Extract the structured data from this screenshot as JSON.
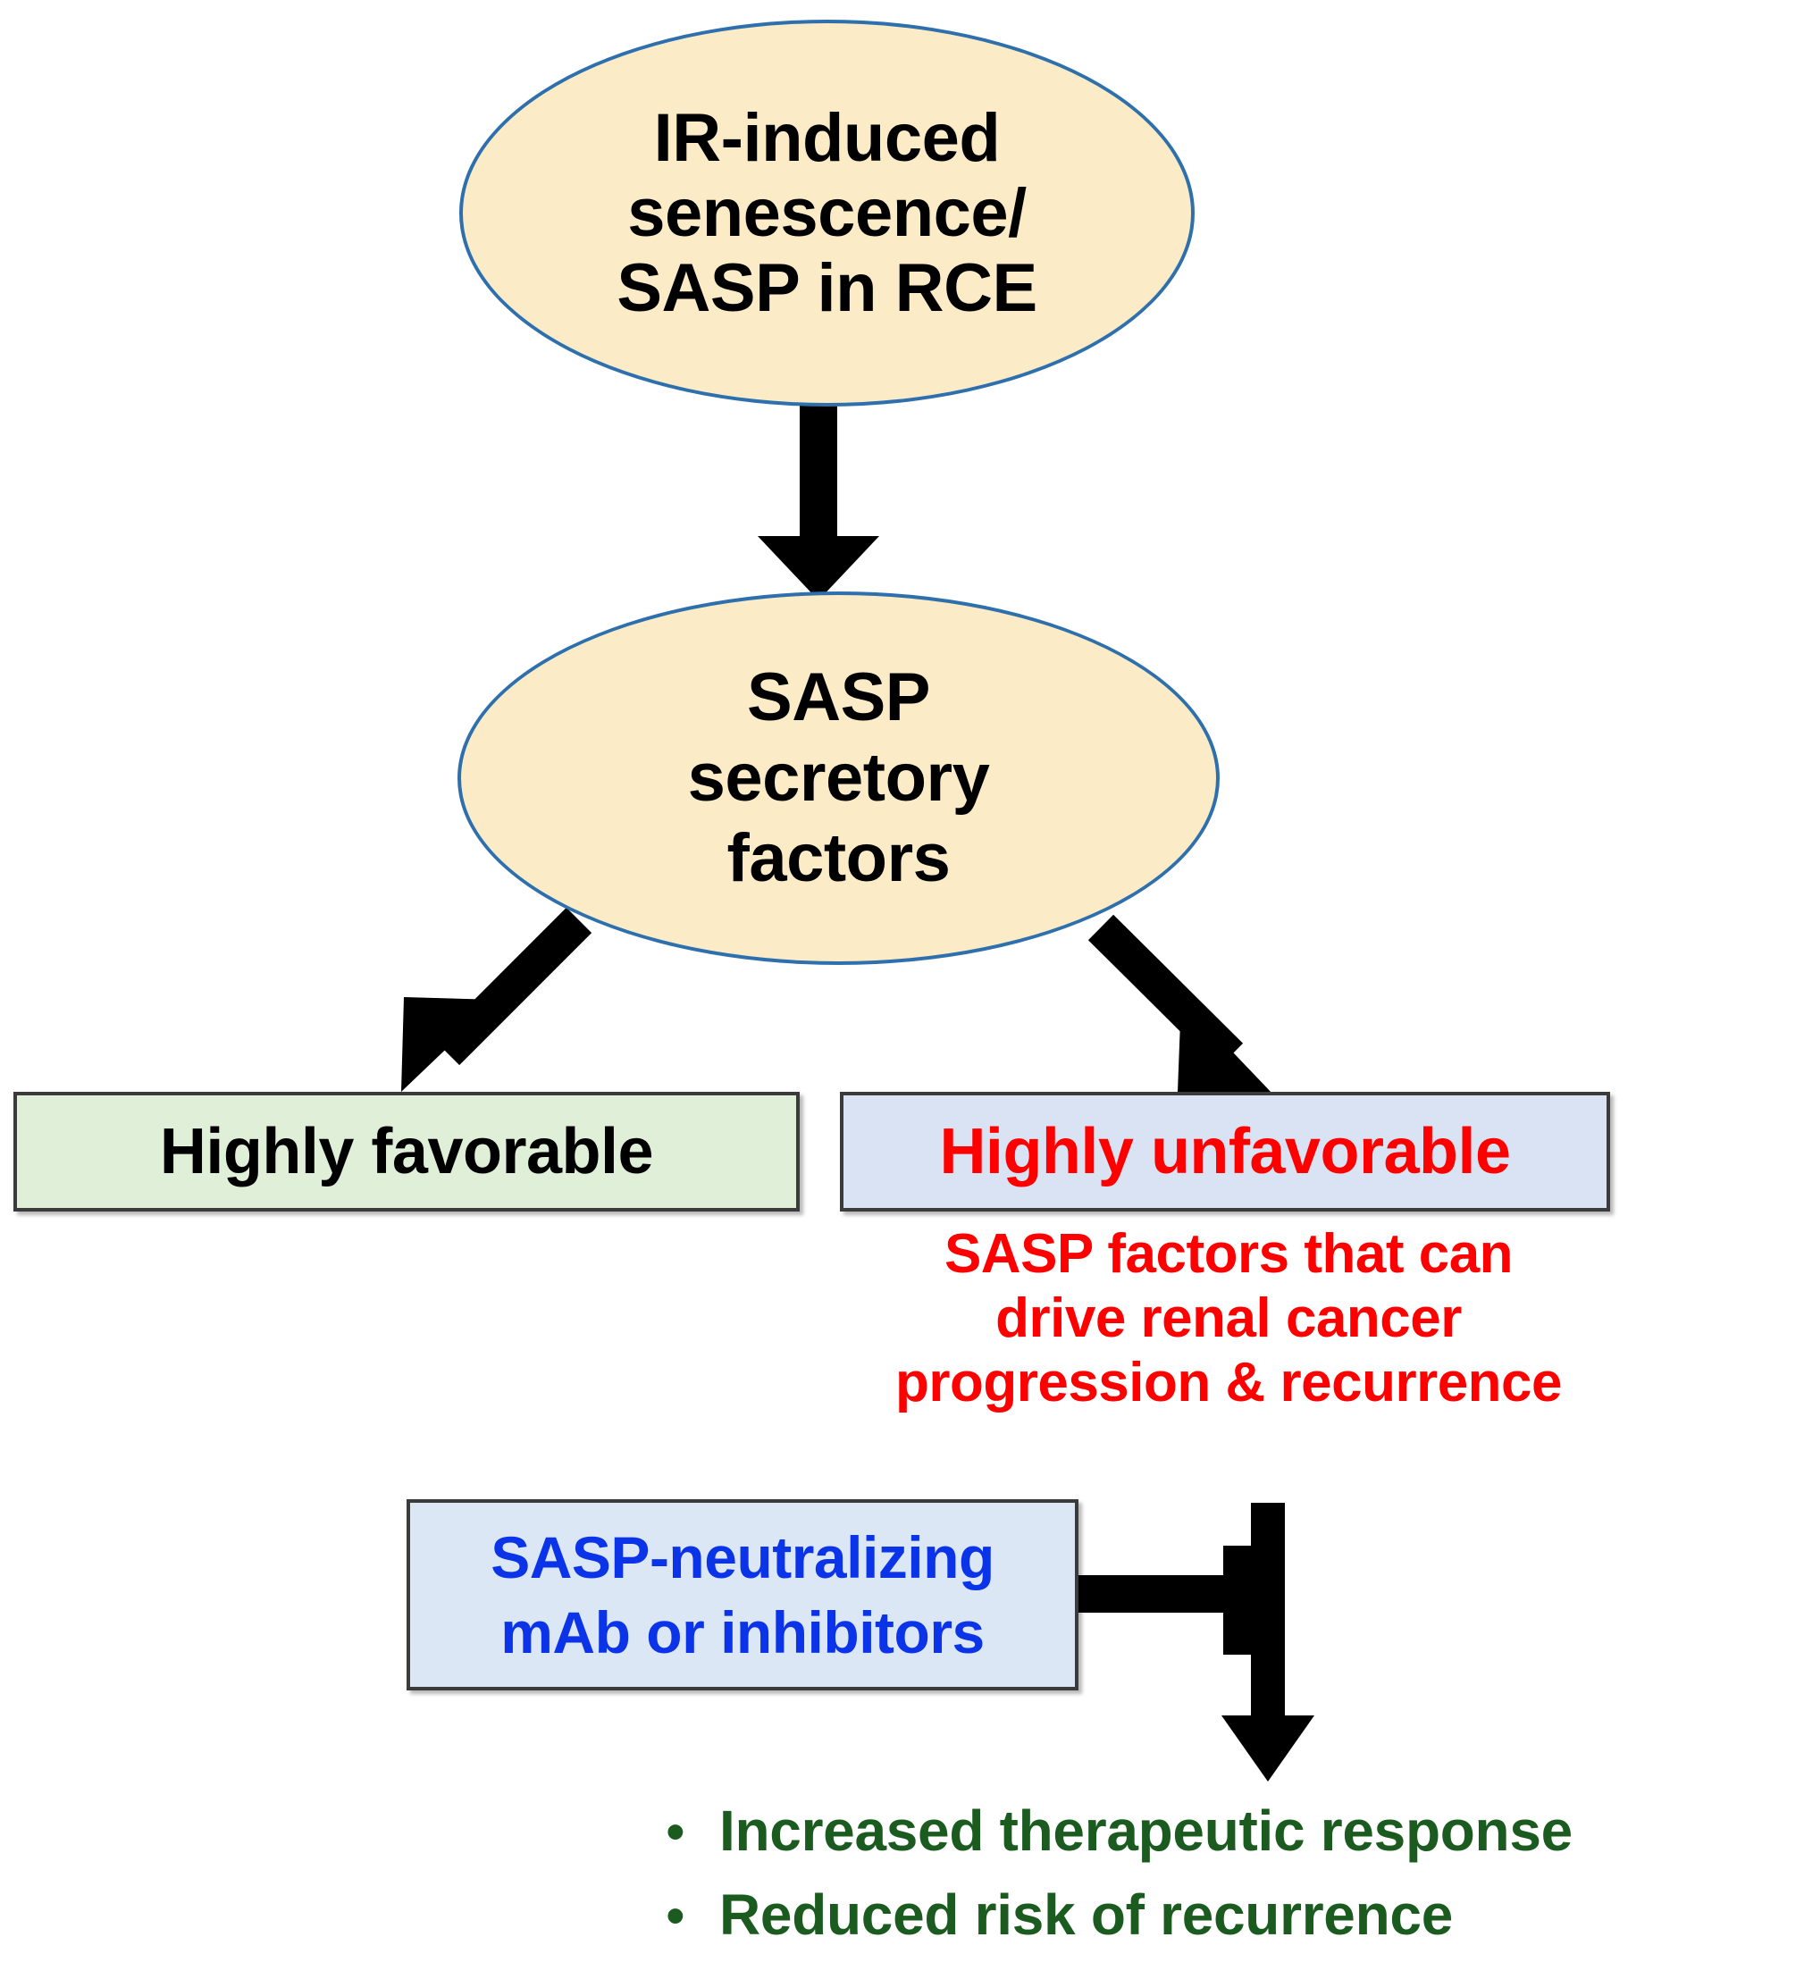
{
  "diagram": {
    "title": "IR-induced senescence / SASP in RCE signaling outcome schematic",
    "colors": {
      "ellipse_fill": "#FBECC7",
      "ellipse_stroke": "#2E6FAD",
      "favorable_fill": "#DFEFD8",
      "unfavorable_fill": "#D9E3F3",
      "neutralizing_fill": "#DCE7F5",
      "box_stroke": "#3B3B3B",
      "red_text": "#FF0000",
      "blue_text": "#0B33E8",
      "green_text": "#1C5B20",
      "black_text": "#000000",
      "arrow": "#000000"
    }
  },
  "nodes": {
    "source_ellipse": {
      "lines": [
        "IR-induced",
        "senescence/",
        "SASP in RCE"
      ],
      "shape": "ellipse"
    },
    "factors_ellipse": {
      "lines": [
        "SASP",
        "secretory",
        "factors"
      ],
      "shape": "ellipse"
    },
    "favorable_box": {
      "label": "Highly favorable",
      "shape": "rectangle"
    },
    "unfavorable_box": {
      "label": "Highly unfavorable",
      "shape": "rectangle"
    },
    "unfavorable_caption": {
      "lines": [
        "SASP factors that can",
        "drive renal cancer",
        "progression & recurrence"
      ]
    },
    "neutralizing_box": {
      "lines": [
        "SASP-neutralizing",
        "mAb or inhibitors"
      ],
      "shape": "rectangle"
    }
  },
  "outcomes": {
    "bullet_glyph": "•",
    "items": [
      "Increased therapeutic response",
      "Reduced risk of recurrence"
    ]
  },
  "connectors": {
    "source_to_factors": {
      "type": "arrow",
      "direction": "down"
    },
    "factors_to_favorable": {
      "type": "arrow",
      "direction": "down-left"
    },
    "factors_to_unfavorable": {
      "type": "arrow",
      "direction": "down-right"
    },
    "neutralizing_inhibits": {
      "type": "inhibition-tbar",
      "direction": "right"
    },
    "to_outcomes": {
      "type": "arrow",
      "direction": "down"
    }
  }
}
